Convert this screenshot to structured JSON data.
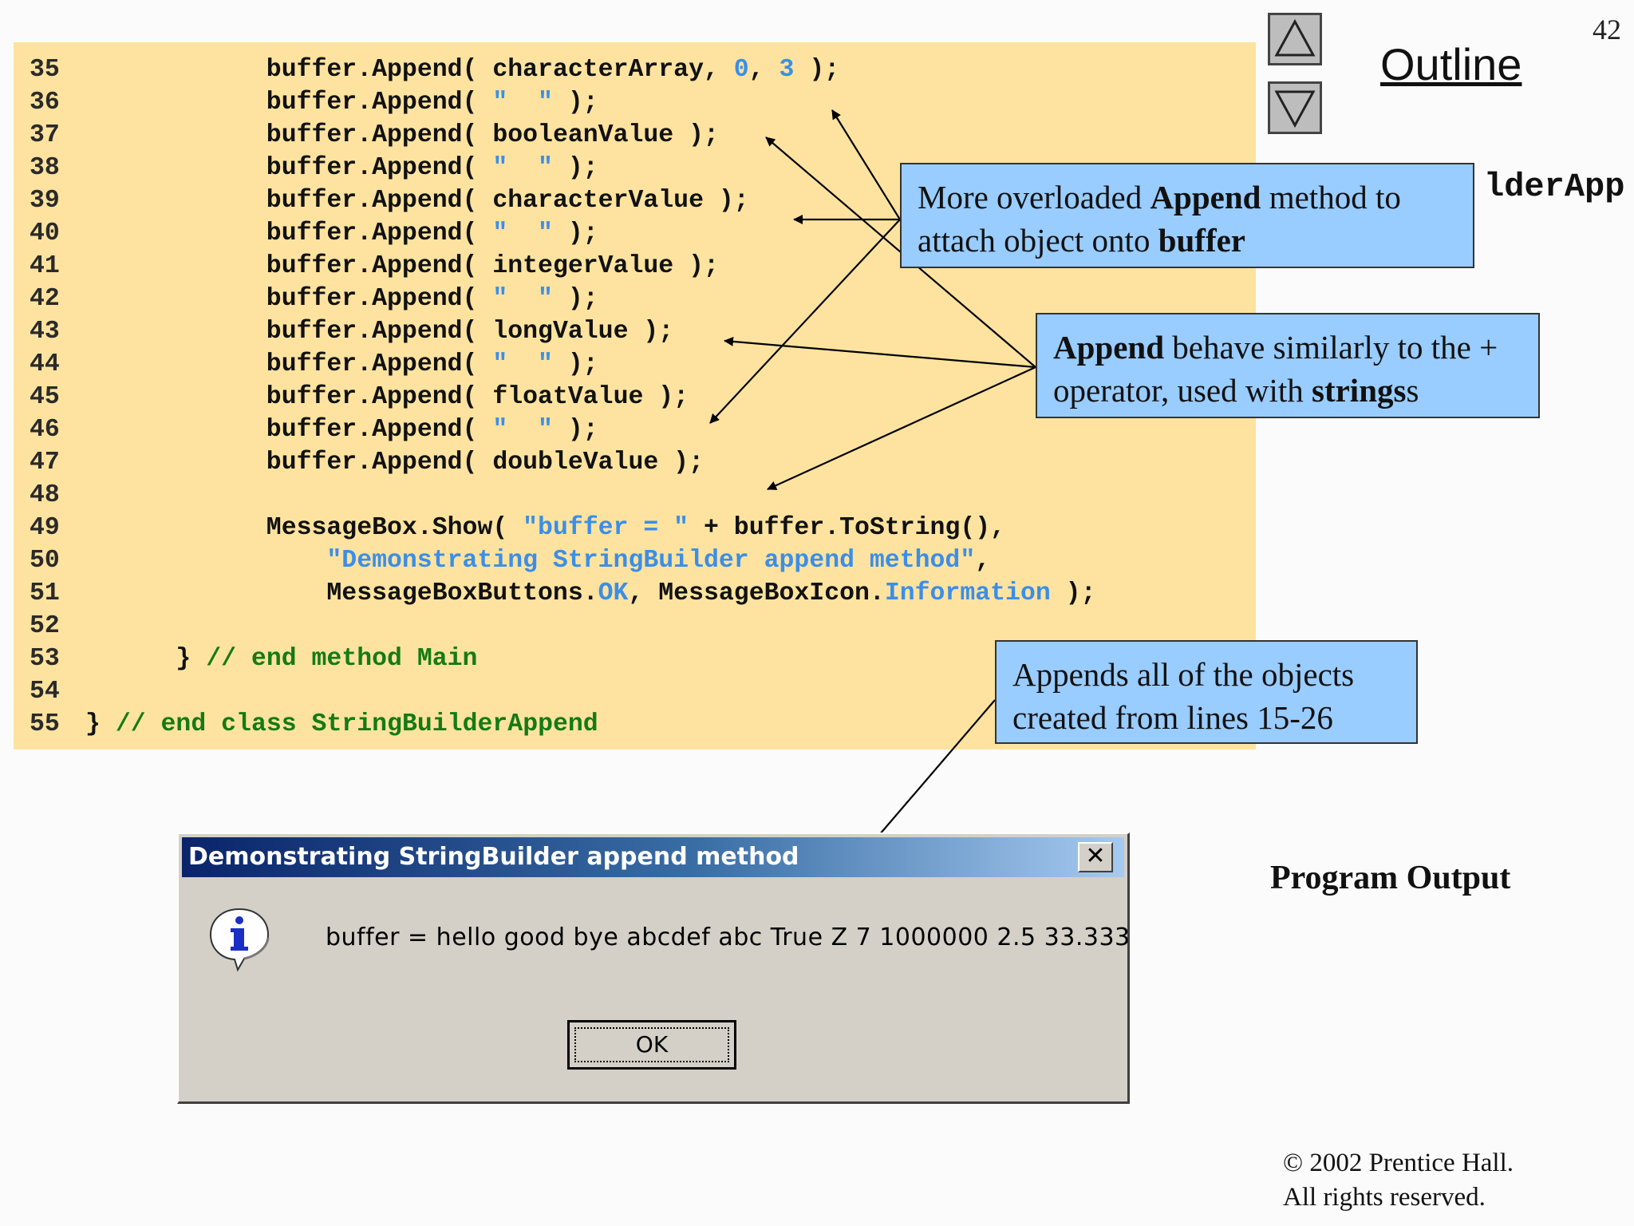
{
  "page_number": "42",
  "outline": {
    "link_label": "Outline",
    "up_icon": "triangle-up-icon",
    "down_icon": "triangle-down-icon",
    "partial_title": "lderApp",
    "program_output_label": "Program Output"
  },
  "colors": {
    "code_background": "#fde39f",
    "callout_background": "#99ccff",
    "literal": "#3b8ee8",
    "comment": "#157a15"
  },
  "code": {
    "lines": [
      {
        "num": "35",
        "indent": 6,
        "tokens": [
          {
            "t": "buffer.Append( characterArray, ",
            "c": "plain"
          },
          {
            "t": "0",
            "c": "literal"
          },
          {
            "t": ", ",
            "c": "plain"
          },
          {
            "t": "3",
            "c": "literal"
          },
          {
            "t": " );",
            "c": "plain"
          }
        ]
      },
      {
        "num": "36",
        "indent": 6,
        "tokens": [
          {
            "t": "buffer.Append( ",
            "c": "plain"
          },
          {
            "t": "\"  \"",
            "c": "literal"
          },
          {
            "t": " );",
            "c": "plain"
          }
        ]
      },
      {
        "num": "37",
        "indent": 6,
        "tokens": [
          {
            "t": "buffer.Append( booleanValue );",
            "c": "plain"
          }
        ]
      },
      {
        "num": "38",
        "indent": 6,
        "tokens": [
          {
            "t": "buffer.Append( ",
            "c": "plain"
          },
          {
            "t": "\"  \"",
            "c": "literal"
          },
          {
            "t": " );",
            "c": "plain"
          }
        ]
      },
      {
        "num": "39",
        "indent": 6,
        "tokens": [
          {
            "t": "buffer.Append( characterValue );",
            "c": "plain"
          }
        ]
      },
      {
        "num": "40",
        "indent": 6,
        "tokens": [
          {
            "t": "buffer.Append( ",
            "c": "plain"
          },
          {
            "t": "\"  \"",
            "c": "literal"
          },
          {
            "t": " );",
            "c": "plain"
          }
        ]
      },
      {
        "num": "41",
        "indent": 6,
        "tokens": [
          {
            "t": "buffer.Append( integerValue );",
            "c": "plain"
          }
        ]
      },
      {
        "num": "42",
        "indent": 6,
        "tokens": [
          {
            "t": "buffer.Append( ",
            "c": "plain"
          },
          {
            "t": "\"  \"",
            "c": "literal"
          },
          {
            "t": " );",
            "c": "plain"
          }
        ]
      },
      {
        "num": "43",
        "indent": 6,
        "tokens": [
          {
            "t": "buffer.Append( longValue );",
            "c": "plain"
          }
        ]
      },
      {
        "num": "44",
        "indent": 6,
        "tokens": [
          {
            "t": "buffer.Append( ",
            "c": "plain"
          },
          {
            "t": "\"  \"",
            "c": "literal"
          },
          {
            "t": " );",
            "c": "plain"
          }
        ]
      },
      {
        "num": "45",
        "indent": 6,
        "tokens": [
          {
            "t": "buffer.Append( floatValue );",
            "c": "plain"
          }
        ]
      },
      {
        "num": "46",
        "indent": 6,
        "tokens": [
          {
            "t": "buffer.Append( ",
            "c": "plain"
          },
          {
            "t": "\"  \"",
            "c": "literal"
          },
          {
            "t": " );",
            "c": "plain"
          }
        ]
      },
      {
        "num": "47",
        "indent": 6,
        "tokens": [
          {
            "t": "buffer.Append( doubleValue );",
            "c": "plain"
          }
        ]
      },
      {
        "num": "48",
        "indent": 0,
        "tokens": []
      },
      {
        "num": "49",
        "indent": 6,
        "tokens": [
          {
            "t": "MessageBox.Show( ",
            "c": "plain"
          },
          {
            "t": "\"buffer = \"",
            "c": "literal"
          },
          {
            "t": " + buffer.ToString(),",
            "c": "plain"
          }
        ]
      },
      {
        "num": "50",
        "indent": 8,
        "tokens": [
          {
            "t": "\"Demonstrating StringBuilder append method\"",
            "c": "literal"
          },
          {
            "t": ",",
            "c": "plain"
          }
        ]
      },
      {
        "num": "51",
        "indent": 8,
        "tokens": [
          {
            "t": "MessageBoxButtons.",
            "c": "plain"
          },
          {
            "t": "OK",
            "c": "literal"
          },
          {
            "t": ", MessageBoxIcon.",
            "c": "plain"
          },
          {
            "t": "Information",
            "c": "literal"
          },
          {
            "t": " );",
            "c": "plain"
          }
        ]
      },
      {
        "num": "52",
        "indent": 0,
        "tokens": []
      },
      {
        "num": "53",
        "indent": 3,
        "tokens": [
          {
            "t": "} ",
            "c": "plain"
          },
          {
            "t": "// end method Main",
            "c": "comment"
          }
        ]
      },
      {
        "num": "54",
        "indent": 0,
        "tokens": []
      },
      {
        "num": "55",
        "indent": 0,
        "tokens": [
          {
            "t": "} ",
            "c": "plain"
          },
          {
            "t": "// end class StringBuilderAppend",
            "c": "comment"
          }
        ]
      }
    ]
  },
  "callouts": {
    "overloaded": {
      "p1": "More overloaded ",
      "b1": "Append",
      "p2": " method to attach object onto ",
      "b2": "buffer"
    },
    "similar": {
      "b1": "Append",
      "p1": " behave similarly to the + operator, used with ",
      "b2": "strings",
      "p2": "s"
    },
    "appends_all": {
      "text": "Appends all of the objects created from lines 15-26"
    }
  },
  "dialog": {
    "title": "Demonstrating StringBuilder append method",
    "close_label": "✕",
    "icon": "information-icon",
    "message": "buffer = hello  good bye  abcdef  abc  True  Z  7  1000000  2.5  33.333",
    "ok_label": "OK"
  },
  "copyright": {
    "line1": "© 2002 Prentice Hall.",
    "line2": "All rights reserved."
  }
}
